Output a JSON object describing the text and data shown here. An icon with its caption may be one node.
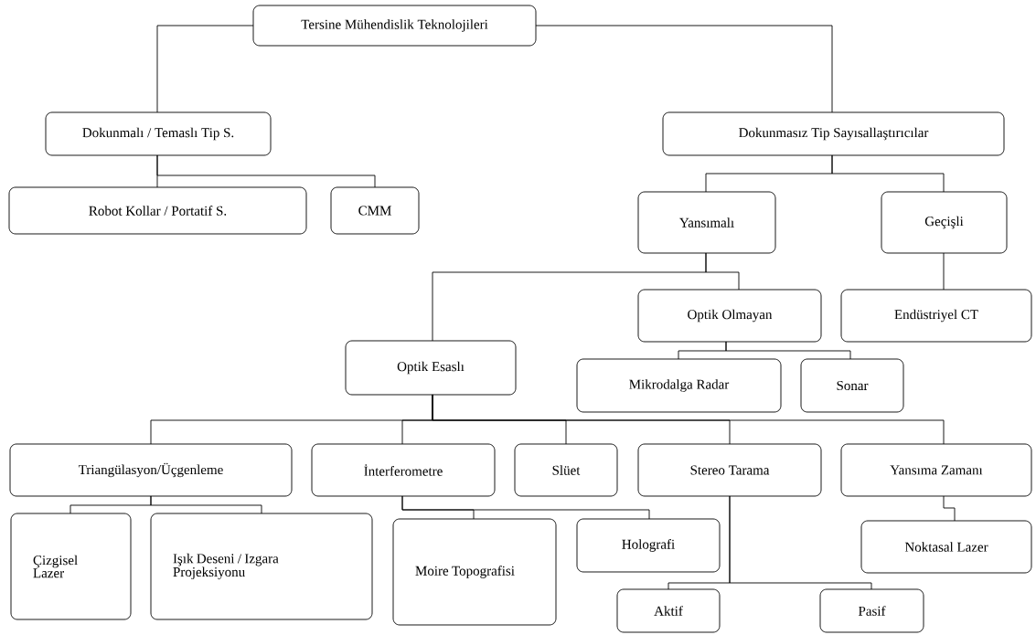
{
  "diagram": {
    "nodes": [
      {
        "text": [
          "Tersine Mühendislik Teknolojileri"
        ]
      },
      {
        "text": [
          "Dokunmalı / Temaslı Tip S."
        ]
      },
      {
        "text": [
          "Dokunmasız Tip Sayısallaştırıcılar"
        ]
      },
      {
        "text": [
          "Robot Kollar / Portatif S."
        ]
      },
      {
        "text": [
          "CMM"
        ]
      },
      {
        "text": [
          "Yansımalı"
        ]
      },
      {
        "text": [
          "Geçişli"
        ]
      },
      {
        "text": [
          "Optik Olmayan"
        ]
      },
      {
        "text": [
          "Endüstriyel  CT"
        ]
      },
      {
        "text": [
          "Optik Esaslı"
        ]
      },
      {
        "text": [
          "Mikrodalga Radar"
        ]
      },
      {
        "text": [
          "Sonar"
        ]
      },
      {
        "text": [
          "Triangülasyon/Üçgenleme"
        ]
      },
      {
        "text": [
          "İnterferometre"
        ]
      },
      {
        "text": [
          "Slüet"
        ]
      },
      {
        "text": [
          "Stereo  Tarama"
        ]
      },
      {
        "text": [
          "Yansıma Zamanı"
        ]
      },
      {
        "text": [
          "Çizgisel Lazer"
        ]
      },
      {
        "text": [
          "Işık Deseni / Izgara Projeksiyonu"
        ]
      },
      {
        "text": [
          "Moire Topografisi"
        ]
      },
      {
        "text": [
          "Holografi"
        ]
      },
      {
        "text": [
          "Noktasal Lazer"
        ]
      },
      {
        "text": [
          "Aktif"
        ]
      },
      {
        "text": [
          "Pasif"
        ]
      }
    ],
    "edges": [
      {
        "from": 0,
        "to": 1,
        "arrow": "none"
      },
      {
        "from": 0,
        "to": 2,
        "arrow": "none"
      },
      {
        "from": 1,
        "to": 3,
        "arrow": "none"
      },
      {
        "from": 1,
        "to": 4,
        "arrow": "none"
      },
      {
        "from": 2,
        "to": 5,
        "arrow": "none"
      },
      {
        "from": 2,
        "to": 6,
        "arrow": "none"
      },
      {
        "from": 5,
        "to": 9,
        "arrow": "none"
      },
      {
        "from": 5,
        "to": 7,
        "arrow": "none"
      },
      {
        "from": 6,
        "to": 8,
        "arrow": "none"
      },
      {
        "from": 7,
        "to": 10,
        "arrow": "none"
      },
      {
        "from": 7,
        "to": 11,
        "arrow": "none"
      },
      {
        "from": 9,
        "to": 12,
        "arrow": "none"
      },
      {
        "from": 9,
        "to": 13,
        "arrow": "none"
      },
      {
        "from": 9,
        "to": 14,
        "arrow": "none"
      },
      {
        "from": 9,
        "to": 15,
        "arrow": "none"
      },
      {
        "from": 9,
        "to": 16,
        "arrow": "none"
      },
      {
        "from": 12,
        "to": 17,
        "arrow": "none"
      },
      {
        "from": 12,
        "to": 18,
        "arrow": "none"
      },
      {
        "from": 13,
        "to": 19,
        "arrow": "none"
      },
      {
        "from": 13,
        "to": 20,
        "arrow": "none"
      },
      {
        "from": 16,
        "to": 21,
        "arrow": "none"
      },
      {
        "from": 15,
        "to": 22,
        "arrow": "none"
      },
      {
        "from": 15,
        "to": 23,
        "arrow": "none"
      }
    ]
  }
}
